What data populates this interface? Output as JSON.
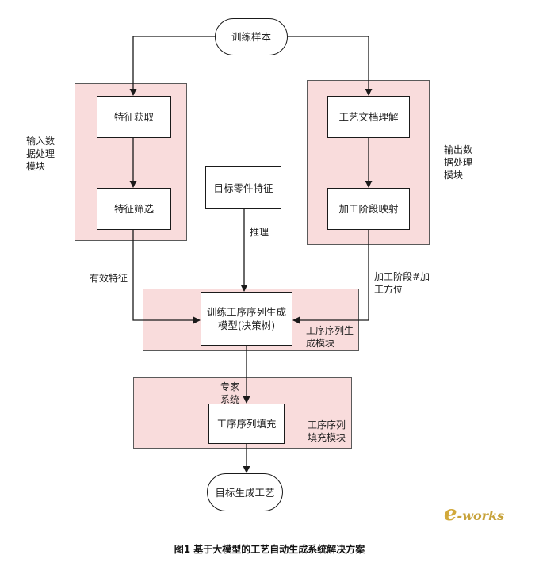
{
  "nodes": {
    "training_samples": "训练样本",
    "feature_acquire": "特征获取",
    "feature_filter": "特征筛选",
    "process_doc_understanding": "工艺文档理解",
    "machining_stage_mapping": "加工阶段映射",
    "target_part_features": "目标零件特征",
    "train_sequence_model": "训练工序序列生成模型(决策树)",
    "sequence_fill": "工序序列填充",
    "target_generated_process": "目标生成工艺"
  },
  "modules": {
    "input": "输入数据处理模块",
    "output": "输出数据处理模块",
    "generation": "工序序列生成模块",
    "fill": "工序序列填充模块"
  },
  "edge_labels": {
    "effective_features": "有效特征",
    "inference": "推理",
    "stage_method": "加工阶段#加工方位",
    "expert_system": "专家系统"
  },
  "caption": "图1 基于大模型的工艺自动生成系统解决方案",
  "logo": {
    "e": "e",
    "rest": "-works"
  },
  "colors": {
    "module_fill": "#f9dcdc",
    "line": "#1a1a1a",
    "logo": "#c7a23a"
  }
}
